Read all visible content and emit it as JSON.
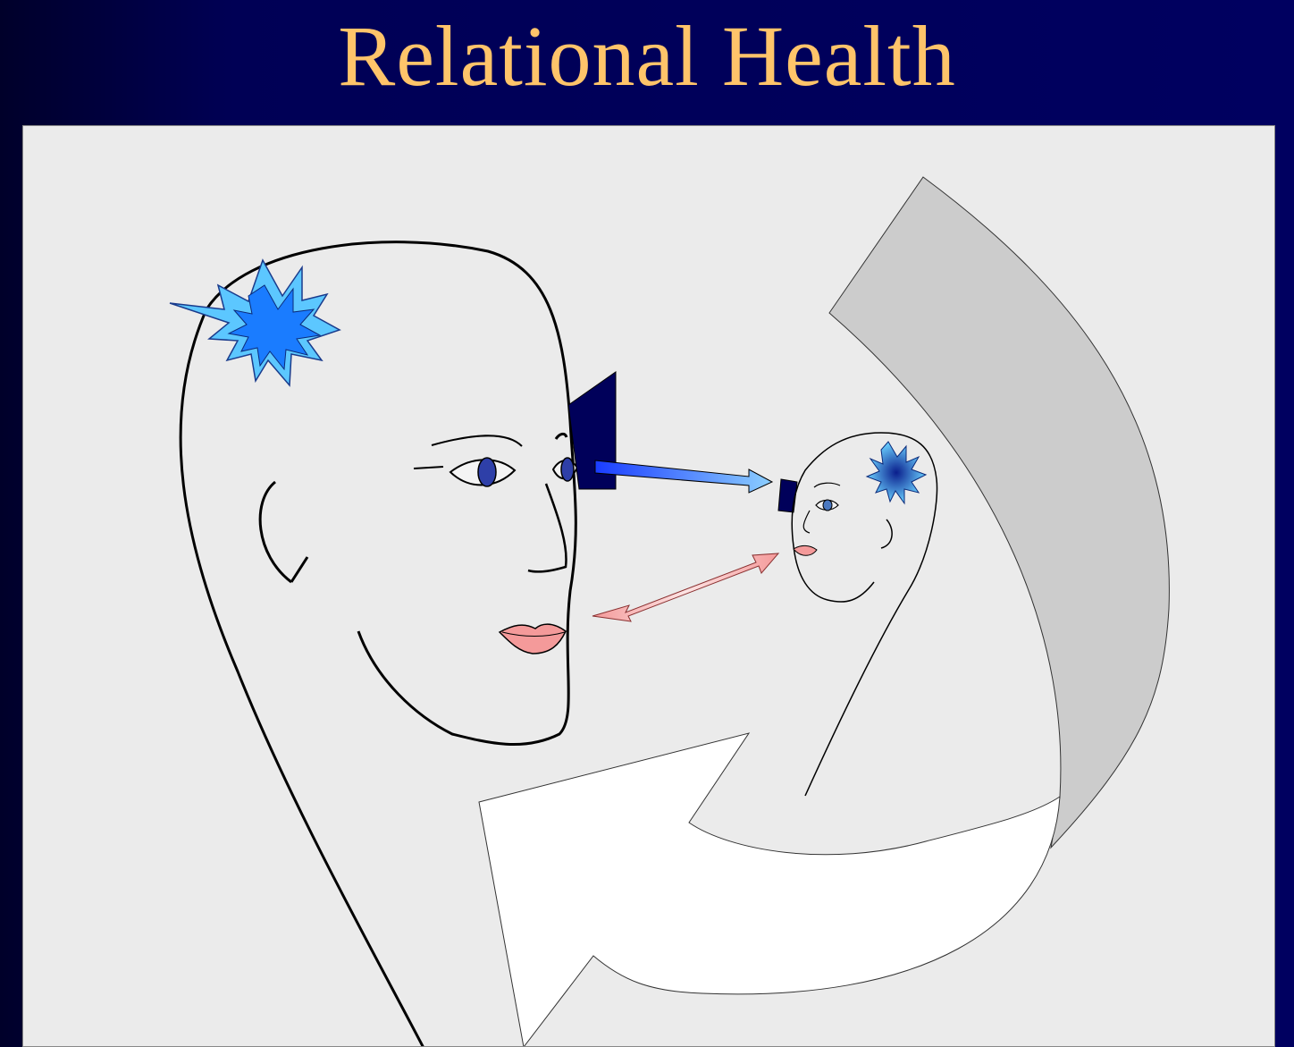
{
  "slide": {
    "title": "Relational Health"
  },
  "colors": {
    "background": "#000060",
    "title": "#ffc46a",
    "panel": "#ebebeb",
    "big_arrow_back": "#cccccc",
    "big_arrow_front": "#ffffff",
    "spark_outer": "#5cc7ff",
    "spark_inner": "#1a7cff",
    "gaze_arrow": "#4a8cff",
    "speech_arrow": "#f7a0a0",
    "lips": "#f49a9a",
    "eye_iris": "#2e3fa8",
    "gaze_block": "#00005a"
  },
  "diagram": {
    "figures": [
      "adult-head",
      "infant-head"
    ],
    "icons": [
      "adult-spark-icon",
      "infant-spark-icon",
      "gaze-arrow-icon",
      "speech-arrow-icon",
      "return-arrow-icon"
    ]
  }
}
